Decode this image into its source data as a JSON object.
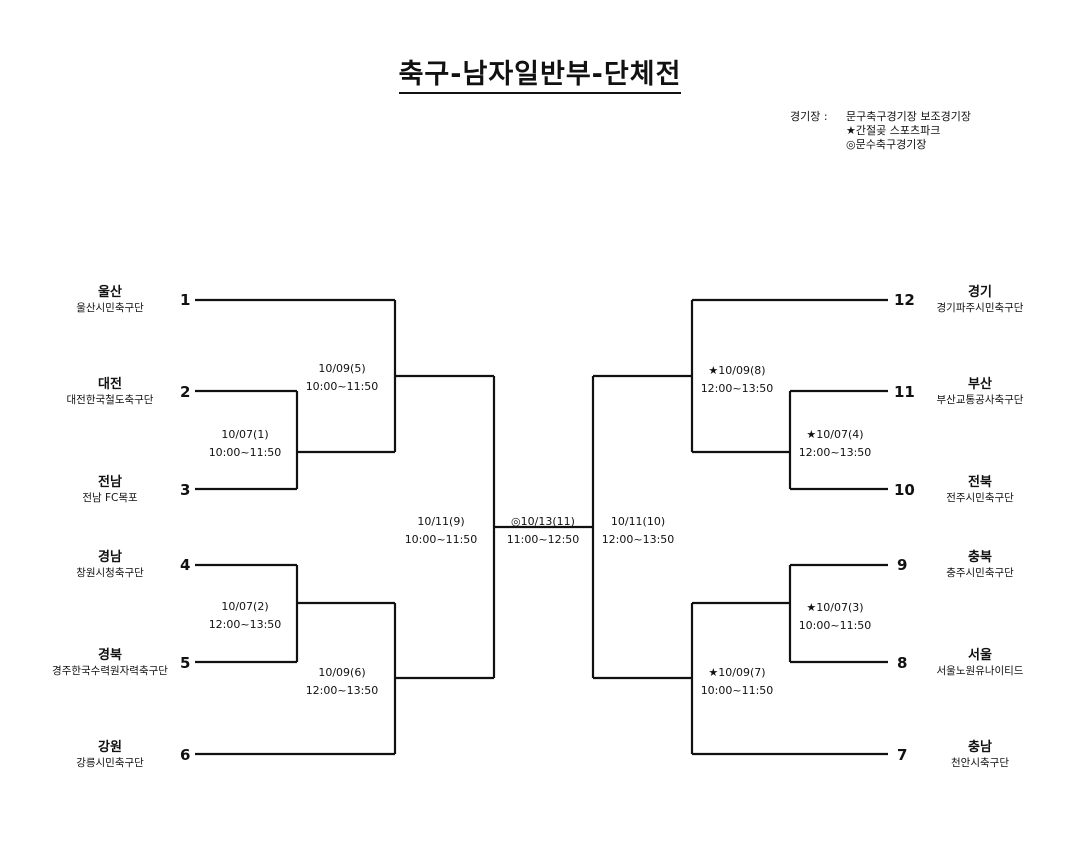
{
  "title": "축구-남자일반부-단체전",
  "venue": {
    "label": "경기장 :",
    "lines": [
      "문구축구경기장 보조경기장",
      "★간절곶 스포츠파크",
      "◎문수축구경기장"
    ]
  },
  "teams": [
    {
      "seed": "1",
      "region": "울산",
      "club": "울산시민축구단"
    },
    {
      "seed": "2",
      "region": "대전",
      "club": "대전한국철도축구단"
    },
    {
      "seed": "3",
      "region": "전남",
      "club": "전남 FC목포"
    },
    {
      "seed": "4",
      "region": "경남",
      "club": "창원시청축구단"
    },
    {
      "seed": "5",
      "region": "경북",
      "club": "경주한국수력원자력축구단"
    },
    {
      "seed": "6",
      "region": "강원",
      "club": "강릉시민축구단"
    },
    {
      "seed": "12",
      "region": "경기",
      "club": "경기파주시민축구단"
    },
    {
      "seed": "11",
      "region": "부산",
      "club": "부산교통공사축구단"
    },
    {
      "seed": "10",
      "region": "전북",
      "club": "전주시민축구단"
    },
    {
      "seed": "9",
      "region": "충북",
      "club": "충주시민축구단"
    },
    {
      "seed": "8",
      "region": "서울",
      "club": "서울노원유나이티드"
    },
    {
      "seed": "7",
      "region": "충남",
      "club": "천안시축구단"
    }
  ],
  "matches": [
    {
      "date": "10/07(1)",
      "time": "10:00~11:50"
    },
    {
      "date": "10/07(2)",
      "time": "12:00~13:50"
    },
    {
      "date": "10/09(5)",
      "time": "10:00~11:50"
    },
    {
      "date": "10/09(6)",
      "time": "12:00~13:50"
    },
    {
      "date": "10/11(9)",
      "time": "10:00~11:50"
    },
    {
      "date": "◎10/13(11)",
      "time": "11:00~12:50"
    },
    {
      "date": "10/11(10)",
      "time": "12:00~13:50"
    },
    {
      "date": "★10/09(8)",
      "time": "12:00~13:50"
    },
    {
      "date": "★10/07(4)",
      "time": "12:00~13:50"
    },
    {
      "date": "★10/07(3)",
      "time": "10:00~11:50"
    },
    {
      "date": "★10/09(7)",
      "time": "10:00~11:50"
    }
  ]
}
